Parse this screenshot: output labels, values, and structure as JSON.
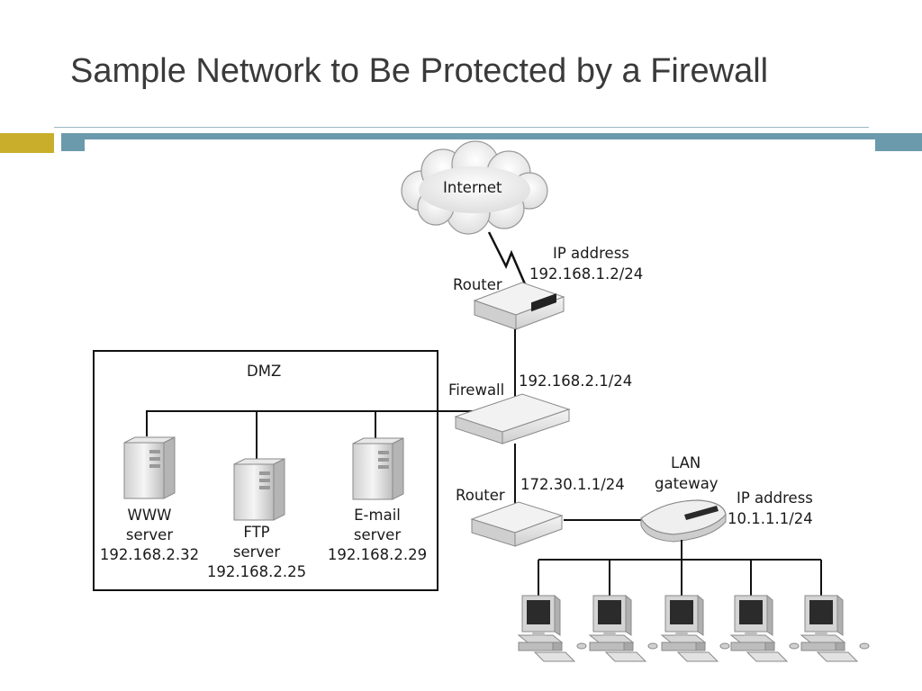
{
  "slide": {
    "title": "Sample Network to Be Protected by a Firewall"
  },
  "diagram": {
    "internet": "Internet",
    "router_top": {
      "label": "Router",
      "ip_title": "IP address",
      "ip": "192.168.1.2/24"
    },
    "firewall": {
      "label": "Firewall",
      "ip": "192.168.2.1/24"
    },
    "dmz_label": "DMZ",
    "servers": [
      {
        "line1": "WWW",
        "line2": "server",
        "ip": "192.168.2.32"
      },
      {
        "line1": "FTP",
        "line2": "server",
        "ip": "192.168.2.25"
      },
      {
        "line1": "E-mail",
        "line2": "server",
        "ip": "192.168.2.29"
      }
    ],
    "router_bottom": {
      "label": "Router",
      "ip": "172.30.1.1/24"
    },
    "lan_gateway": {
      "line1": "LAN",
      "line2": "gateway",
      "ip_title": "IP address",
      "ip": "10.1.1.1/24"
    },
    "workstation_count": 5
  },
  "colors": {
    "accent_gold": "#c8ae2a",
    "accent_blue": "#6a9aab"
  }
}
